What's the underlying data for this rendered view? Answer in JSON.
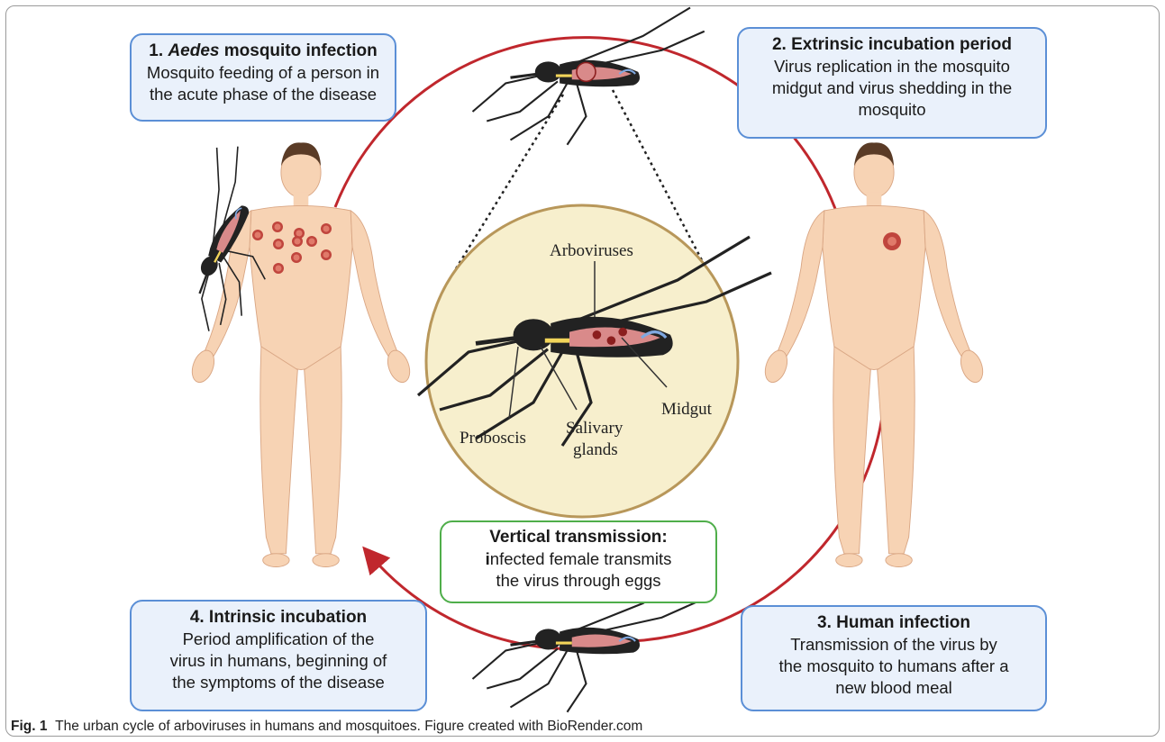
{
  "steps": [
    {
      "title_num": "1.",
      "title_em": "Aedes",
      "title_rest": "mosquito infection",
      "desc": [
        "Mosquito feeding of a person in",
        "the acute phase of the disease"
      ]
    },
    {
      "title": "2. Extrinsic incubation period",
      "desc": [
        "Virus replication in the mosquito",
        "midgut and virus shedding in the",
        "mosquito"
      ]
    },
    {
      "title": "3. Human infection",
      "desc": [
        "Transmission of the virus by",
        "the mosquito to humans after a",
        "new blood meal"
      ]
    },
    {
      "title": "4. Intrinsic incubation",
      "desc": [
        "Period amplification of the",
        "virus in humans, beginning of",
        "the symptoms of the disease"
      ]
    }
  ],
  "vertical": {
    "title": "Vertical  transmission:",
    "lead": "i",
    "line1_rest": "nfected female  transmits",
    "line2": "the virus through eggs"
  },
  "anatomy_labels": {
    "arboviruses": "Arboviruses",
    "proboscis": "Proboscis",
    "salivary_1": "Salivary",
    "salivary_2": "glands",
    "midgut": "Midgut"
  },
  "caption": {
    "fig": "Fig. 1",
    "text": "The urban cycle of arboviruses in humans and mosquitoes. Figure created with BioRender.com"
  },
  "colors": {
    "cycle": "#c0272d",
    "box_fill": "#eaf1fb",
    "box_border": "#5b8fd6",
    "green_border": "#4fae4a",
    "skin": "#f7d3b4",
    "circle_fill": "#f7efcd",
    "circle_border": "#b8975a"
  }
}
